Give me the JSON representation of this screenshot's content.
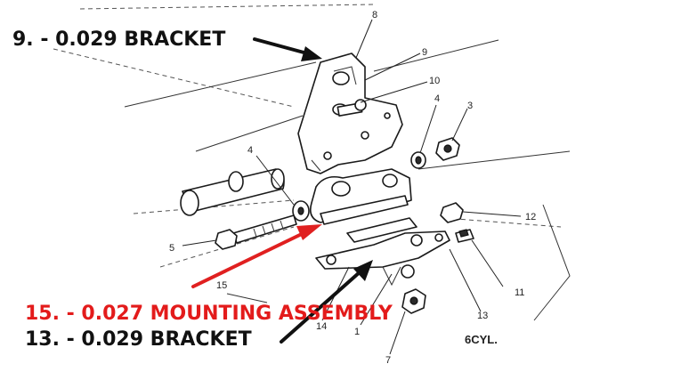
{
  "callouts": [
    {
      "id": "9",
      "text": "9. - 0.029 BRACKET",
      "color": "#111111"
    },
    {
      "id": "15",
      "text": "15. - 0.027 MOUNTING ASSEMBLY",
      "color": "#e31b1b"
    },
    {
      "id": "13",
      "text": "13. - 0.029 BRACKET",
      "color": "#111111"
    }
  ],
  "part_numbers": [
    "8",
    "9",
    "10",
    "4",
    "3",
    "4",
    "12",
    "5",
    "15",
    "11",
    "13",
    "14",
    "1",
    "7"
  ],
  "engine_label": "6CYL."
}
